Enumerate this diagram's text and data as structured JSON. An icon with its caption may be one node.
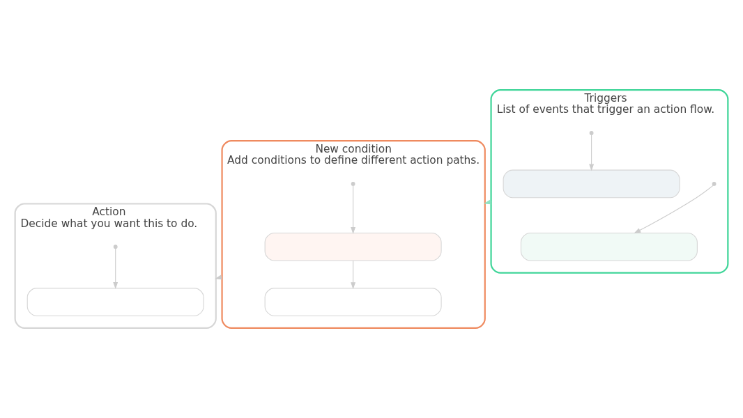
{
  "diagram": {
    "nodes": [
      {
        "text": [
          "Triggers",
          "List of events that trigger an action flow."
        ]
      },
      {
        "text": [],
        "shape": "box",
        "in": 0
      },
      {
        "text": [],
        "shape": "box",
        "in": 0
      },
      {
        "text": [
          "New condition",
          "Add conditions to define different action paths."
        ]
      },
      {
        "text": [],
        "shape": "box",
        "in": 3
      },
      {
        "text": [],
        "shape": "box",
        "in": 3
      },
      {
        "text": [
          "Action",
          "Decide what you want this to do."
        ]
      },
      {
        "text": [],
        "shape": "box",
        "in": 6
      }
    ],
    "edges": [
      {
        "from": 0,
        "to": 3,
        "arrow": "to",
        "color": "#8fe3c3"
      },
      {
        "from": 3,
        "to": 6,
        "arrow": "to"
      },
      {
        "from": null,
        "to": 1,
        "arrow": "to"
      },
      {
        "from": null,
        "to": 2,
        "arrow": "to"
      },
      {
        "from": null,
        "to": 4,
        "arrow": "to"
      },
      {
        "from": 4,
        "to": 5,
        "arrow": "to"
      },
      {
        "from": null,
        "to": 7,
        "arrow": "to"
      }
    ]
  }
}
